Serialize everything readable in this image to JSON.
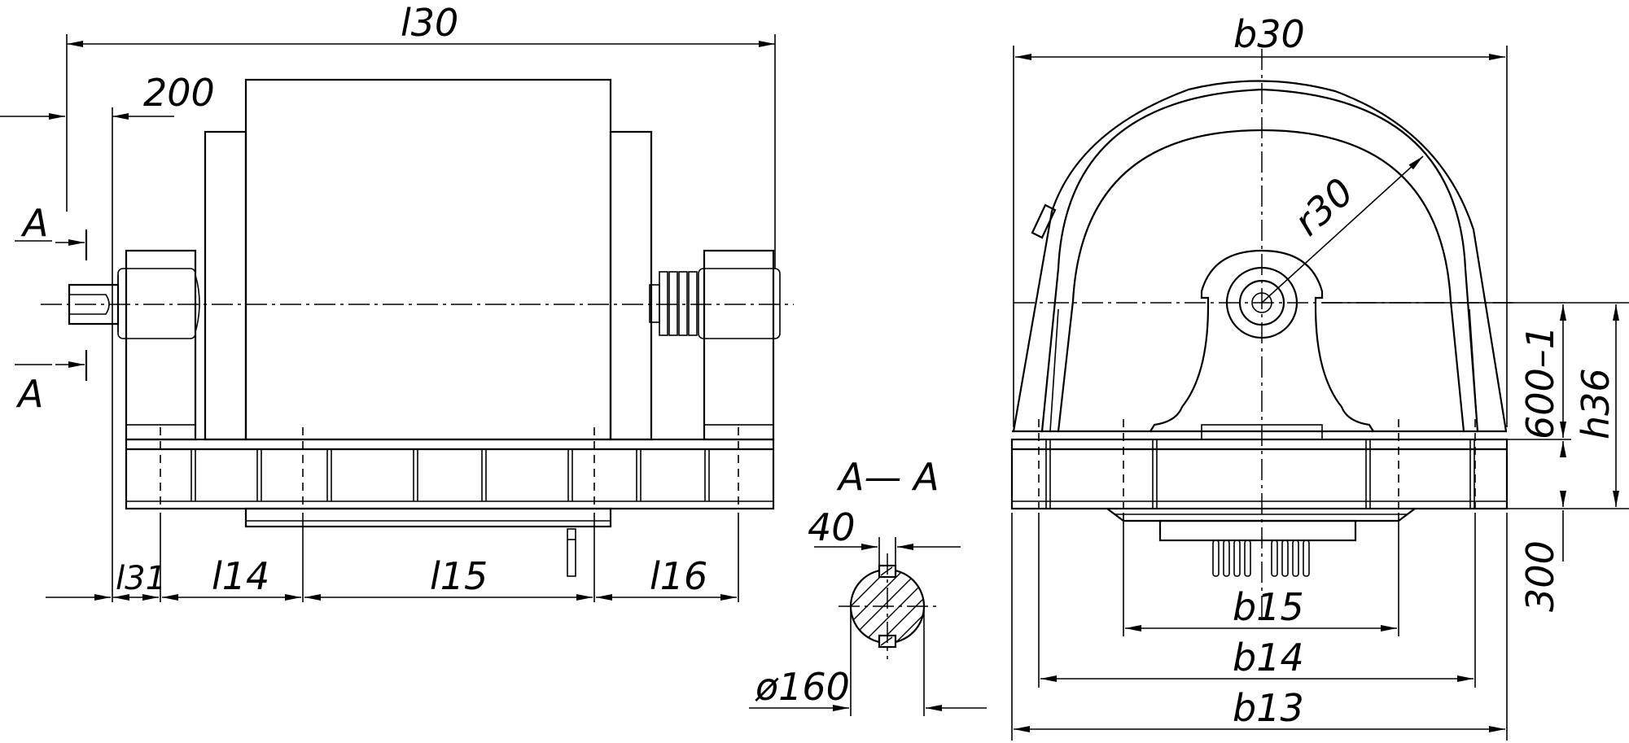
{
  "colors": {
    "ink": "#000000",
    "paper": "#ffffff"
  },
  "side_view": {
    "dim_overall_length": "l30",
    "dim_offset": "200",
    "section_mark_top": "A",
    "section_mark_bottom": "A",
    "dim_l31": "l31",
    "dim_l14": "l14",
    "dim_l15": "l15",
    "dim_l16": "l16"
  },
  "section_view": {
    "title": "A— A",
    "dim_key_width": "40",
    "dim_shaft_diameter": "ø160"
  },
  "front_view": {
    "dim_overall_width": "b30",
    "dim_radius": "r30",
    "dim_axis_height": "600–1",
    "dim_total_height": "h36",
    "dim_base_height": "300",
    "dim_b15": "b15",
    "dim_b14": "b14",
    "dim_b13": "b13"
  }
}
